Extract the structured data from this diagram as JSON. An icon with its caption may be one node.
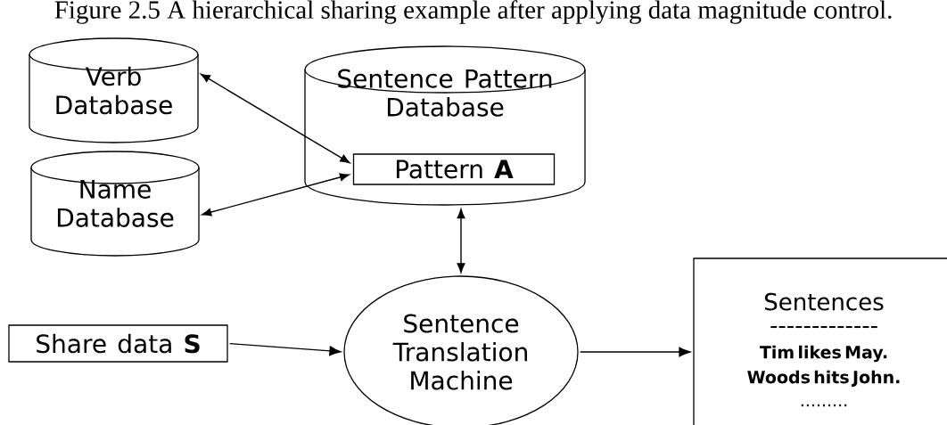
{
  "diagram": {
    "title": "Figure 2.5 A hierarchical sharing example after applying data magnitude control.",
    "nodes": [
      {
        "text": [
          "Verb Database"
        ]
      },
      {
        "text": [
          "Name Database"
        ]
      },
      {
        "text": [
          "Sentence Pattern Database"
        ]
      },
      {
        "text": [
          "Pattern **A**"
        ],
        "in": 2
      },
      {
        "text": [
          "Share data **S**"
        ]
      },
      {
        "text": [
          "Sentence Translation Machine"
        ]
      },
      {
        "text": [
          "Sentences",
          "-------------",
          "Tim likes May.",
          "Woods hits John.",
          "........."
        ]
      }
    ],
    "edges": [
      {
        "from": 3,
        "to": 0,
        "arrow": "both"
      },
      {
        "from": 3,
        "to": 1,
        "arrow": "both"
      },
      {
        "from": 2,
        "to": 5,
        "arrow": "both"
      },
      {
        "from": 4,
        "to": 5,
        "arrow": "to"
      },
      {
        "from": 5,
        "to": 6,
        "arrow": "to"
      }
    ]
  }
}
